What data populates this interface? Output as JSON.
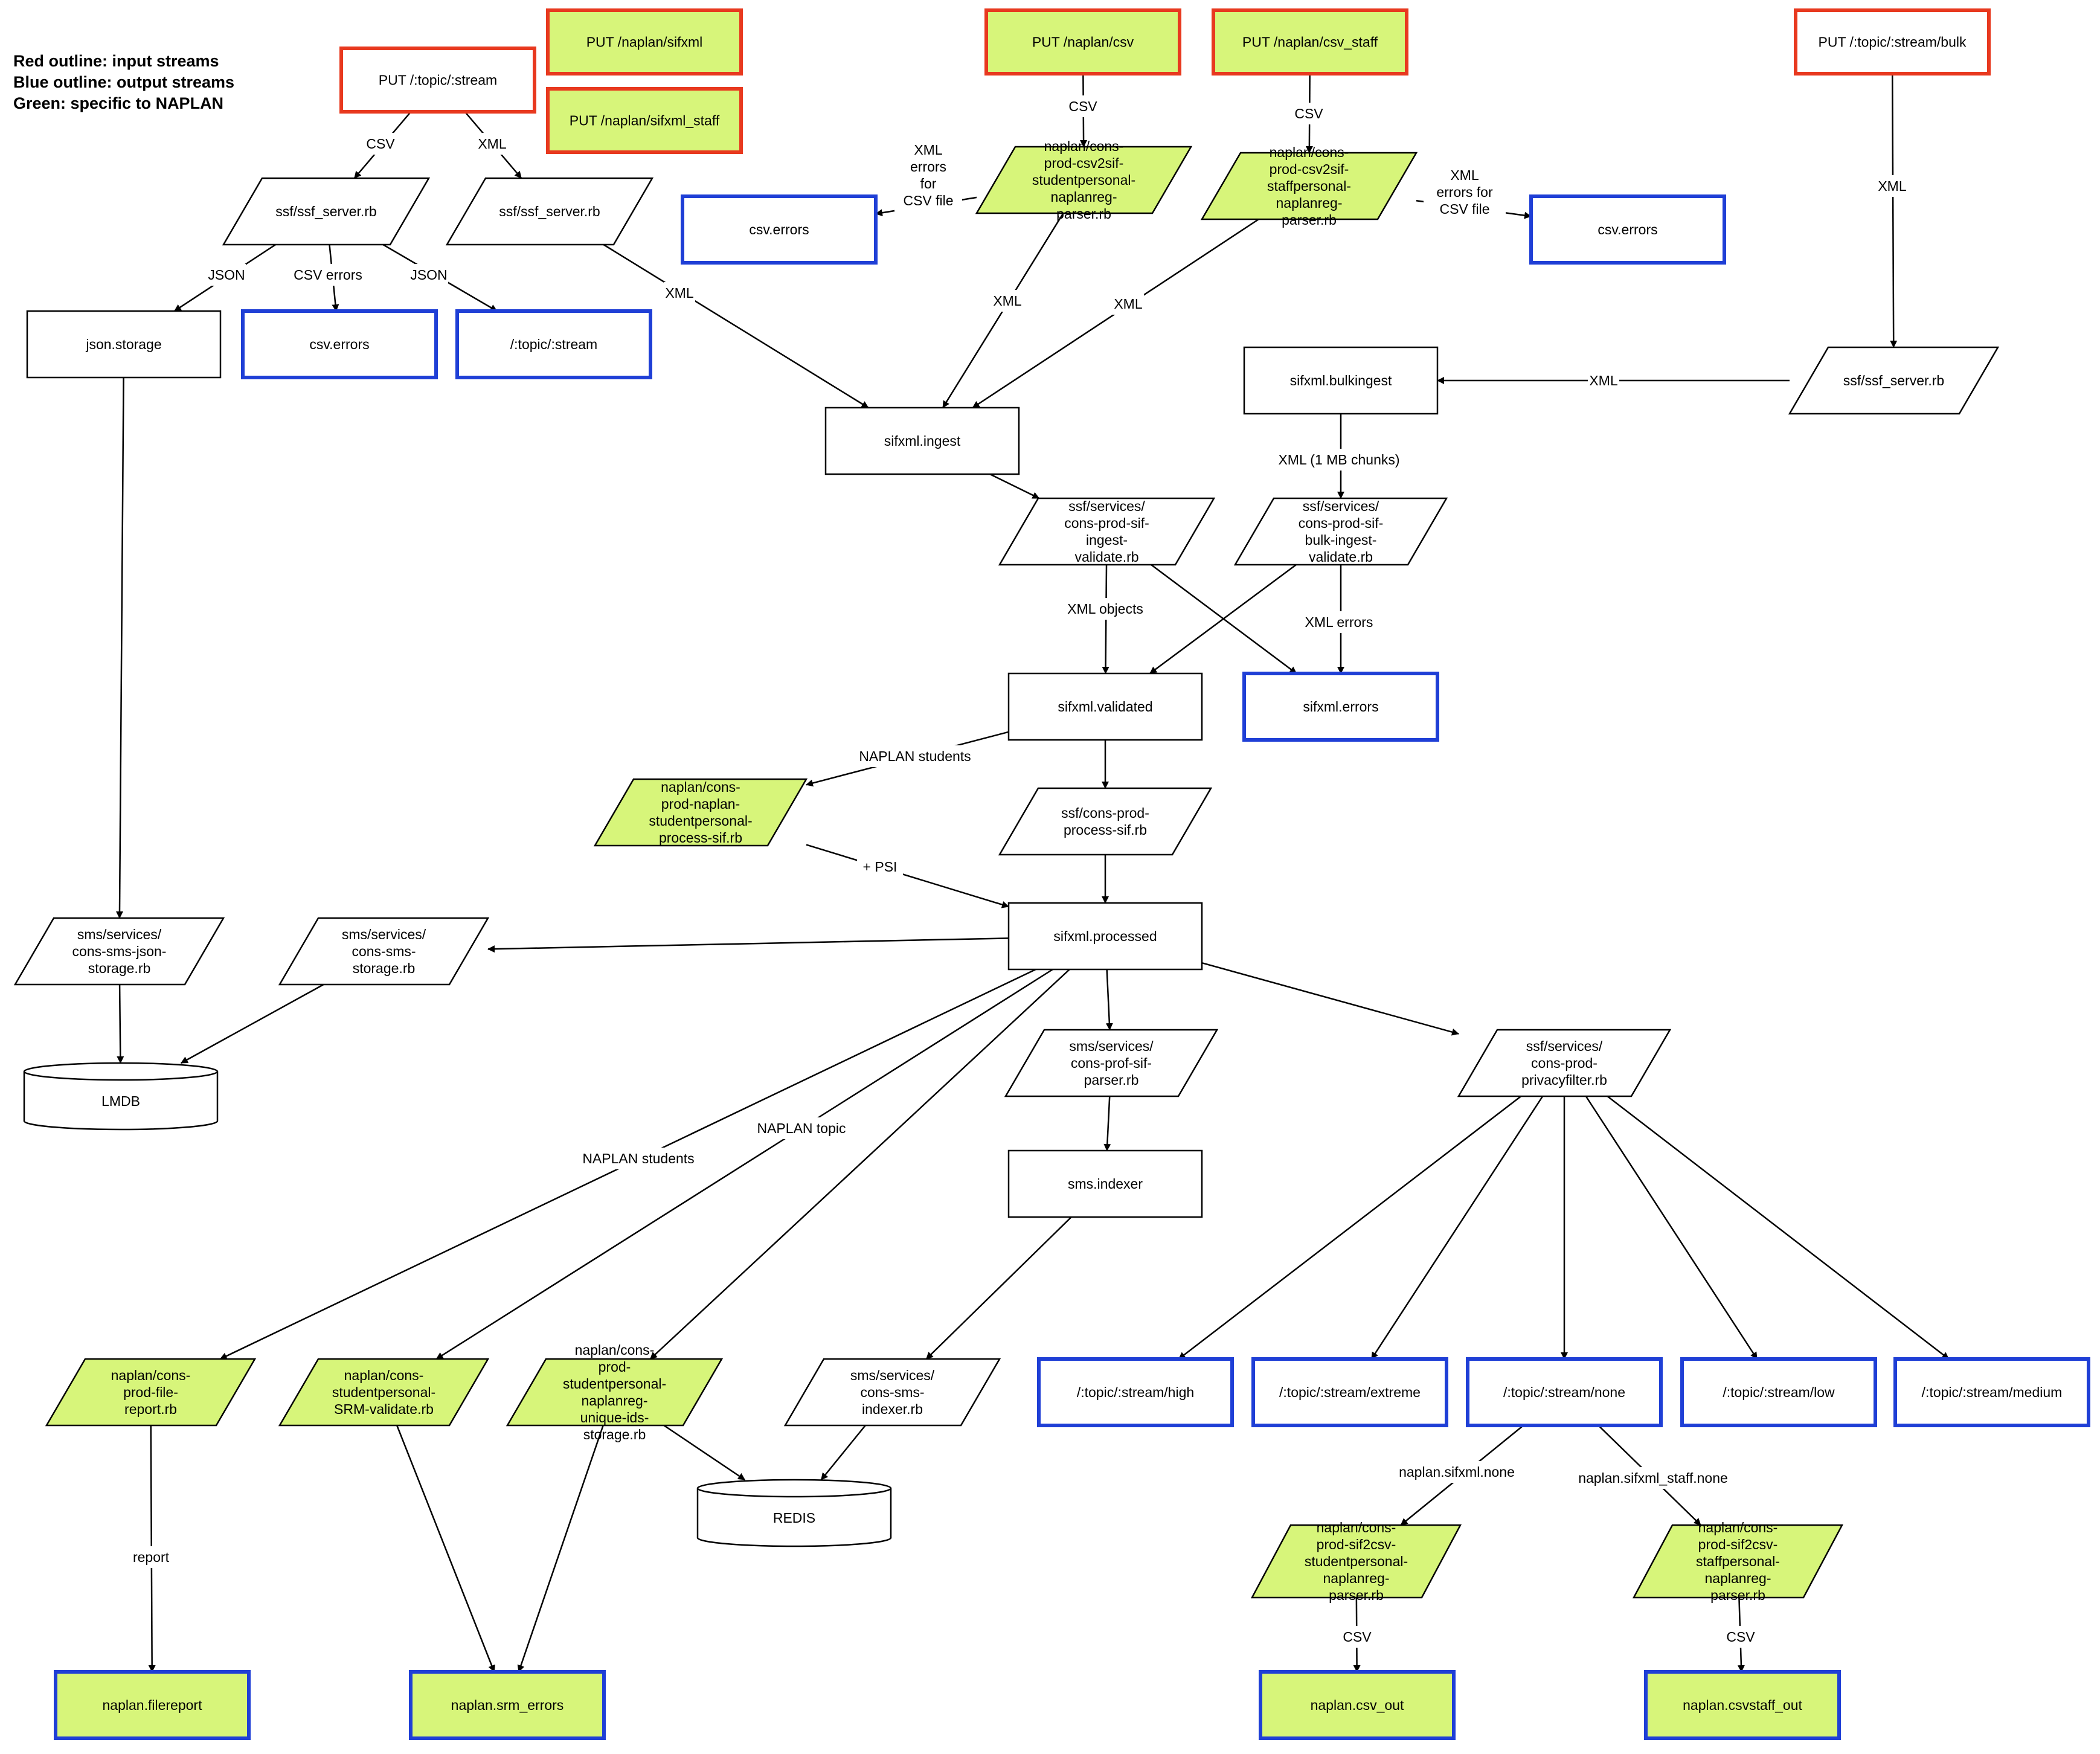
{
  "legend": [
    "Red outline: input streams",
    "Blue outline: output streams",
    "Green: specific to NAPLAN"
  ],
  "colors": {
    "input_outline": "#e8391f",
    "output_outline": "#1f3fd6",
    "default_outline": "#000000",
    "naplan_fill": "#d7f57a",
    "default_fill": "#ffffff"
  },
  "nodes": [
    {
      "id": "put_topic_stream",
      "shape": "rect",
      "outline": "input",
      "fill": "white",
      "lines": [
        "PUT /:topic/:stream"
      ]
    },
    {
      "id": "put_sifxml",
      "shape": "rect",
      "outline": "input",
      "fill": "green",
      "lines": [
        "PUT /naplan/sifxml"
      ]
    },
    {
      "id": "put_sifxml_staff",
      "shape": "rect",
      "outline": "input",
      "fill": "green",
      "lines": [
        "PUT /naplan/sifxml_staff"
      ]
    },
    {
      "id": "put_csv",
      "shape": "rect",
      "outline": "input",
      "fill": "green",
      "lines": [
        "PUT /naplan/csv"
      ]
    },
    {
      "id": "put_csv_staff",
      "shape": "rect",
      "outline": "input",
      "fill": "green",
      "lines": [
        "PUT /naplan/csv_staff"
      ]
    },
    {
      "id": "put_bulk",
      "shape": "rect",
      "outline": "input",
      "fill": "white",
      "lines": [
        "PUT /:topic/:stream/bulk"
      ]
    },
    {
      "id": "ssf_server_a",
      "shape": "para",
      "outline": "default",
      "fill": "white",
      "lines": [
        "ssf/ssf_server.rb"
      ]
    },
    {
      "id": "ssf_server_b",
      "shape": "para",
      "outline": "default",
      "fill": "white",
      "lines": [
        "ssf/ssf_server.rb"
      ]
    },
    {
      "id": "csv2sif_student",
      "shape": "para",
      "outline": "default",
      "fill": "green",
      "lines": [
        "naplan/cons-",
        "prod-csv2sif-",
        "studentpersonal-",
        "naplanreg-",
        "parser.rb"
      ]
    },
    {
      "id": "csv2sif_staff",
      "shape": "para",
      "outline": "default",
      "fill": "green",
      "lines": [
        "naplan/cons-",
        "prod-csv2sif-",
        "staffpersonal-",
        "naplanreg-",
        "parser.rb"
      ]
    },
    {
      "id": "csv_errors_top",
      "shape": "rect",
      "outline": "output",
      "fill": "white",
      "lines": [
        "csv.errors"
      ]
    },
    {
      "id": "csv_errors_right",
      "shape": "rect",
      "outline": "output",
      "fill": "white",
      "lines": [
        "csv.errors"
      ]
    },
    {
      "id": "json_storage",
      "shape": "rect",
      "outline": "default",
      "fill": "white",
      "lines": [
        "json.storage"
      ]
    },
    {
      "id": "csv_errors_mid",
      "shape": "rect",
      "outline": "output",
      "fill": "white",
      "lines": [
        "csv.errors"
      ]
    },
    {
      "id": "topic_stream_out",
      "shape": "rect",
      "outline": "output",
      "fill": "white",
      "lines": [
        "/:topic/:stream"
      ]
    },
    {
      "id": "sifxml_bulkingest",
      "shape": "rect",
      "outline": "default",
      "fill": "white",
      "lines": [
        "sifxml.bulkingest"
      ]
    },
    {
      "id": "ssf_server_c",
      "shape": "para",
      "outline": "default",
      "fill": "white",
      "lines": [
        "ssf/ssf_server.rb"
      ]
    },
    {
      "id": "sifxml_ingest",
      "shape": "rect",
      "outline": "default",
      "fill": "white",
      "lines": [
        "sifxml.ingest"
      ]
    },
    {
      "id": "ingest_validate",
      "shape": "para",
      "outline": "default",
      "fill": "white",
      "lines": [
        "ssf/services/",
        "cons-prod-sif-",
        "ingest-",
        "validate.rb"
      ]
    },
    {
      "id": "bulk_ingest_validate",
      "shape": "para",
      "outline": "default",
      "fill": "white",
      "lines": [
        "ssf/services/",
        "cons-prod-sif-",
        "bulk-ingest-",
        "validate.rb"
      ]
    },
    {
      "id": "sifxml_validated",
      "shape": "rect",
      "outline": "default",
      "fill": "white",
      "lines": [
        "sifxml.validated"
      ]
    },
    {
      "id": "sifxml_errors",
      "shape": "rect",
      "outline": "output",
      "fill": "white",
      "lines": [
        "sifxml.errors"
      ]
    },
    {
      "id": "naplan_process",
      "shape": "para",
      "outline": "default",
      "fill": "green",
      "lines": [
        "naplan/cons-",
        "prod-naplan-",
        "studentpersonal-",
        "process-sif.rb"
      ]
    },
    {
      "id": "process_sif",
      "shape": "para",
      "outline": "default",
      "fill": "white",
      "lines": [
        "ssf/cons-prod-",
        "process-sif.rb"
      ]
    },
    {
      "id": "sifxml_processed",
      "shape": "rect",
      "outline": "default",
      "fill": "white",
      "lines": [
        "sifxml.processed"
      ]
    },
    {
      "id": "sms_json_storage",
      "shape": "para",
      "outline": "default",
      "fill": "white",
      "lines": [
        "sms/services/",
        "cons-sms-json-",
        "storage.rb"
      ]
    },
    {
      "id": "sms_storage",
      "shape": "para",
      "outline": "default",
      "fill": "white",
      "lines": [
        "sms/services/",
        "cons-sms-",
        "storage.rb"
      ]
    },
    {
      "id": "lmdb",
      "shape": "cyl",
      "outline": "default",
      "fill": "white",
      "lines": [
        "LMDB"
      ]
    },
    {
      "id": "prof_sif_parser",
      "shape": "para",
      "outline": "default",
      "fill": "white",
      "lines": [
        "sms/services/",
        "cons-prof-sif-",
        "parser.rb"
      ]
    },
    {
      "id": "privacyfilter",
      "shape": "para",
      "outline": "default",
      "fill": "white",
      "lines": [
        "ssf/services/",
        "cons-prod-",
        "privacyfilter.rb"
      ]
    },
    {
      "id": "sms_indexer",
      "shape": "rect",
      "outline": "default",
      "fill": "white",
      "lines": [
        "sms.indexer"
      ]
    },
    {
      "id": "file_report",
      "shape": "para",
      "outline": "default",
      "fill": "green",
      "lines": [
        "naplan/cons-",
        "prod-file-",
        "report.rb"
      ]
    },
    {
      "id": "srm_validate",
      "shape": "para",
      "outline": "default",
      "fill": "green",
      "lines": [
        "naplan/cons-",
        "studentpersonal-",
        "SRM-validate.rb"
      ]
    },
    {
      "id": "unique_ids",
      "shape": "para",
      "outline": "default",
      "fill": "green",
      "lines": [
        "naplan/cons-",
        "prod-",
        "studentpersonal-",
        "naplanreg-",
        "unique-ids-",
        "storage.rb"
      ]
    },
    {
      "id": "sms_indexer_rb",
      "shape": "para",
      "outline": "default",
      "fill": "white",
      "lines": [
        "sms/services/",
        "cons-sms-",
        "indexer.rb"
      ]
    },
    {
      "id": "redis",
      "shape": "cyl",
      "outline": "default",
      "fill": "white",
      "lines": [
        "REDIS"
      ]
    },
    {
      "id": "stream_high",
      "shape": "rect",
      "outline": "output",
      "fill": "white",
      "lines": [
        "/:topic/:stream/high"
      ]
    },
    {
      "id": "stream_extreme",
      "shape": "rect",
      "outline": "output",
      "fill": "white",
      "lines": [
        "/:topic/:stream/extreme"
      ]
    },
    {
      "id": "stream_none",
      "shape": "rect",
      "outline": "output",
      "fill": "white",
      "lines": [
        "/:topic/:stream/none"
      ]
    },
    {
      "id": "stream_low",
      "shape": "rect",
      "outline": "output",
      "fill": "white",
      "lines": [
        "/:topic/:stream/low"
      ]
    },
    {
      "id": "stream_medium",
      "shape": "rect",
      "outline": "output",
      "fill": "white",
      "lines": [
        "/:topic/:stream/medium"
      ]
    },
    {
      "id": "sif2csv_student",
      "shape": "para",
      "outline": "default",
      "fill": "green",
      "lines": [
        "naplan/cons-",
        "prod-sif2csv-",
        "studentpersonal-",
        "naplanreg-",
        "parser.rb"
      ]
    },
    {
      "id": "sif2csv_staff",
      "shape": "para",
      "outline": "default",
      "fill": "green",
      "lines": [
        "naplan/cons-",
        "prod-sif2csv-",
        "staffpersonal-",
        "naplanreg-",
        "parser.rb"
      ]
    },
    {
      "id": "filereport",
      "shape": "rect",
      "outline": "output",
      "fill": "green",
      "lines": [
        "naplan.filereport"
      ]
    },
    {
      "id": "srm_errors",
      "shape": "rect",
      "outline": "output",
      "fill": "green",
      "lines": [
        "naplan.srm_errors"
      ]
    },
    {
      "id": "csv_out",
      "shape": "rect",
      "outline": "output",
      "fill": "green",
      "lines": [
        "naplan.csv_out"
      ]
    },
    {
      "id": "csvstaff_out",
      "shape": "rect",
      "outline": "output",
      "fill": "green",
      "lines": [
        "naplan.csvstaff_out"
      ]
    }
  ],
  "edges": [
    {
      "from": "put_topic_stream",
      "to": "ssf_server_a",
      "label": "CSV"
    },
    {
      "from": "put_topic_stream",
      "to": "ssf_server_b",
      "label": "XML"
    },
    {
      "from": "put_csv",
      "to": "csv2sif_student",
      "label": "CSV"
    },
    {
      "from": "put_csv_staff",
      "to": "csv2sif_staff",
      "label": "CSV"
    },
    {
      "from": "csv2sif_student",
      "to": "csv_errors_top",
      "label": "XML\nerrors\nfor\nCSV file"
    },
    {
      "from": "csv2sif_staff",
      "to": "csv_errors_right",
      "label": "XML\nerrors for\nCSV file"
    },
    {
      "from": "ssf_server_a",
      "to": "json_storage",
      "label": "JSON"
    },
    {
      "from": "ssf_server_a",
      "to": "csv_errors_mid",
      "label": "CSV errors"
    },
    {
      "from": "ssf_server_a",
      "to": "topic_stream_out",
      "label": "JSON"
    },
    {
      "from": "ssf_server_b",
      "to": "sifxml_ingest",
      "label": "XML"
    },
    {
      "from": "csv2sif_student",
      "to": "sifxml_ingest",
      "label": "XML"
    },
    {
      "from": "csv2sif_staff",
      "to": "sifxml_ingest",
      "label": "XML"
    },
    {
      "from": "put_bulk",
      "to": "ssf_server_c",
      "label": "XML"
    },
    {
      "from": "ssf_server_c",
      "to": "sifxml_bulkingest",
      "label": "XML"
    },
    {
      "from": "sifxml_bulkingest",
      "to": "bulk_ingest_validate",
      "label": "XML (1 MB chunks)"
    },
    {
      "from": "sifxml_ingest",
      "to": "ingest_validate",
      "label": ""
    },
    {
      "from": "ingest_validate",
      "to": "sifxml_validated",
      "label": "XML objects"
    },
    {
      "from": "ingest_validate",
      "to": "sifxml_errors",
      "label": ""
    },
    {
      "from": "bulk_ingest_validate",
      "to": "sifxml_validated",
      "label": ""
    },
    {
      "from": "bulk_ingest_validate",
      "to": "sifxml_errors",
      "label": "XML errors"
    },
    {
      "from": "sifxml_validated",
      "to": "naplan_process",
      "label": "NAPLAN students"
    },
    {
      "from": "sifxml_validated",
      "to": "process_sif",
      "label": ""
    },
    {
      "from": "naplan_process",
      "to": "sifxml_processed",
      "label": "+ PSI"
    },
    {
      "from": "process_sif",
      "to": "sifxml_processed",
      "label": ""
    },
    {
      "from": "json_storage",
      "to": "sms_json_storage",
      "label": ""
    },
    {
      "from": "sifxml_processed",
      "to": "sms_storage",
      "label": ""
    },
    {
      "from": "sms_json_storage",
      "to": "lmdb",
      "label": ""
    },
    {
      "from": "sms_storage",
      "to": "lmdb",
      "label": ""
    },
    {
      "from": "sifxml_processed",
      "to": "prof_sif_parser",
      "label": ""
    },
    {
      "from": "sifxml_processed",
      "to": "privacyfilter",
      "label": ""
    },
    {
      "from": "sifxml_processed",
      "to": "file_report",
      "label": "NAPLAN students"
    },
    {
      "from": "sifxml_processed",
      "to": "srm_validate",
      "label": "NAPLAN topic"
    },
    {
      "from": "sifxml_processed",
      "to": "unique_ids",
      "label": ""
    },
    {
      "from": "prof_sif_parser",
      "to": "sms_indexer",
      "label": ""
    },
    {
      "from": "sms_indexer",
      "to": "sms_indexer_rb",
      "label": ""
    },
    {
      "from": "sms_indexer_rb",
      "to": "redis",
      "label": ""
    },
    {
      "from": "unique_ids",
      "to": "redis",
      "label": ""
    },
    {
      "from": "privacyfilter",
      "to": "stream_high",
      "label": ""
    },
    {
      "from": "privacyfilter",
      "to": "stream_extreme",
      "label": ""
    },
    {
      "from": "privacyfilter",
      "to": "stream_none",
      "label": ""
    },
    {
      "from": "privacyfilter",
      "to": "stream_low",
      "label": ""
    },
    {
      "from": "privacyfilter",
      "to": "stream_medium",
      "label": ""
    },
    {
      "from": "stream_none",
      "to": "sif2csv_student",
      "label": "naplan.sifxml.none"
    },
    {
      "from": "stream_none",
      "to": "sif2csv_staff",
      "label": "naplan.sifxml_staff.none"
    },
    {
      "from": "file_report",
      "to": "filereport",
      "label": "report"
    },
    {
      "from": "srm_validate",
      "to": "srm_errors",
      "label": ""
    },
    {
      "from": "unique_ids",
      "to": "srm_errors",
      "label": ""
    },
    {
      "from": "sif2csv_student",
      "to": "csv_out",
      "label": "CSV"
    },
    {
      "from": "sif2csv_staff",
      "to": "csvstaff_out",
      "label": "CSV"
    }
  ]
}
